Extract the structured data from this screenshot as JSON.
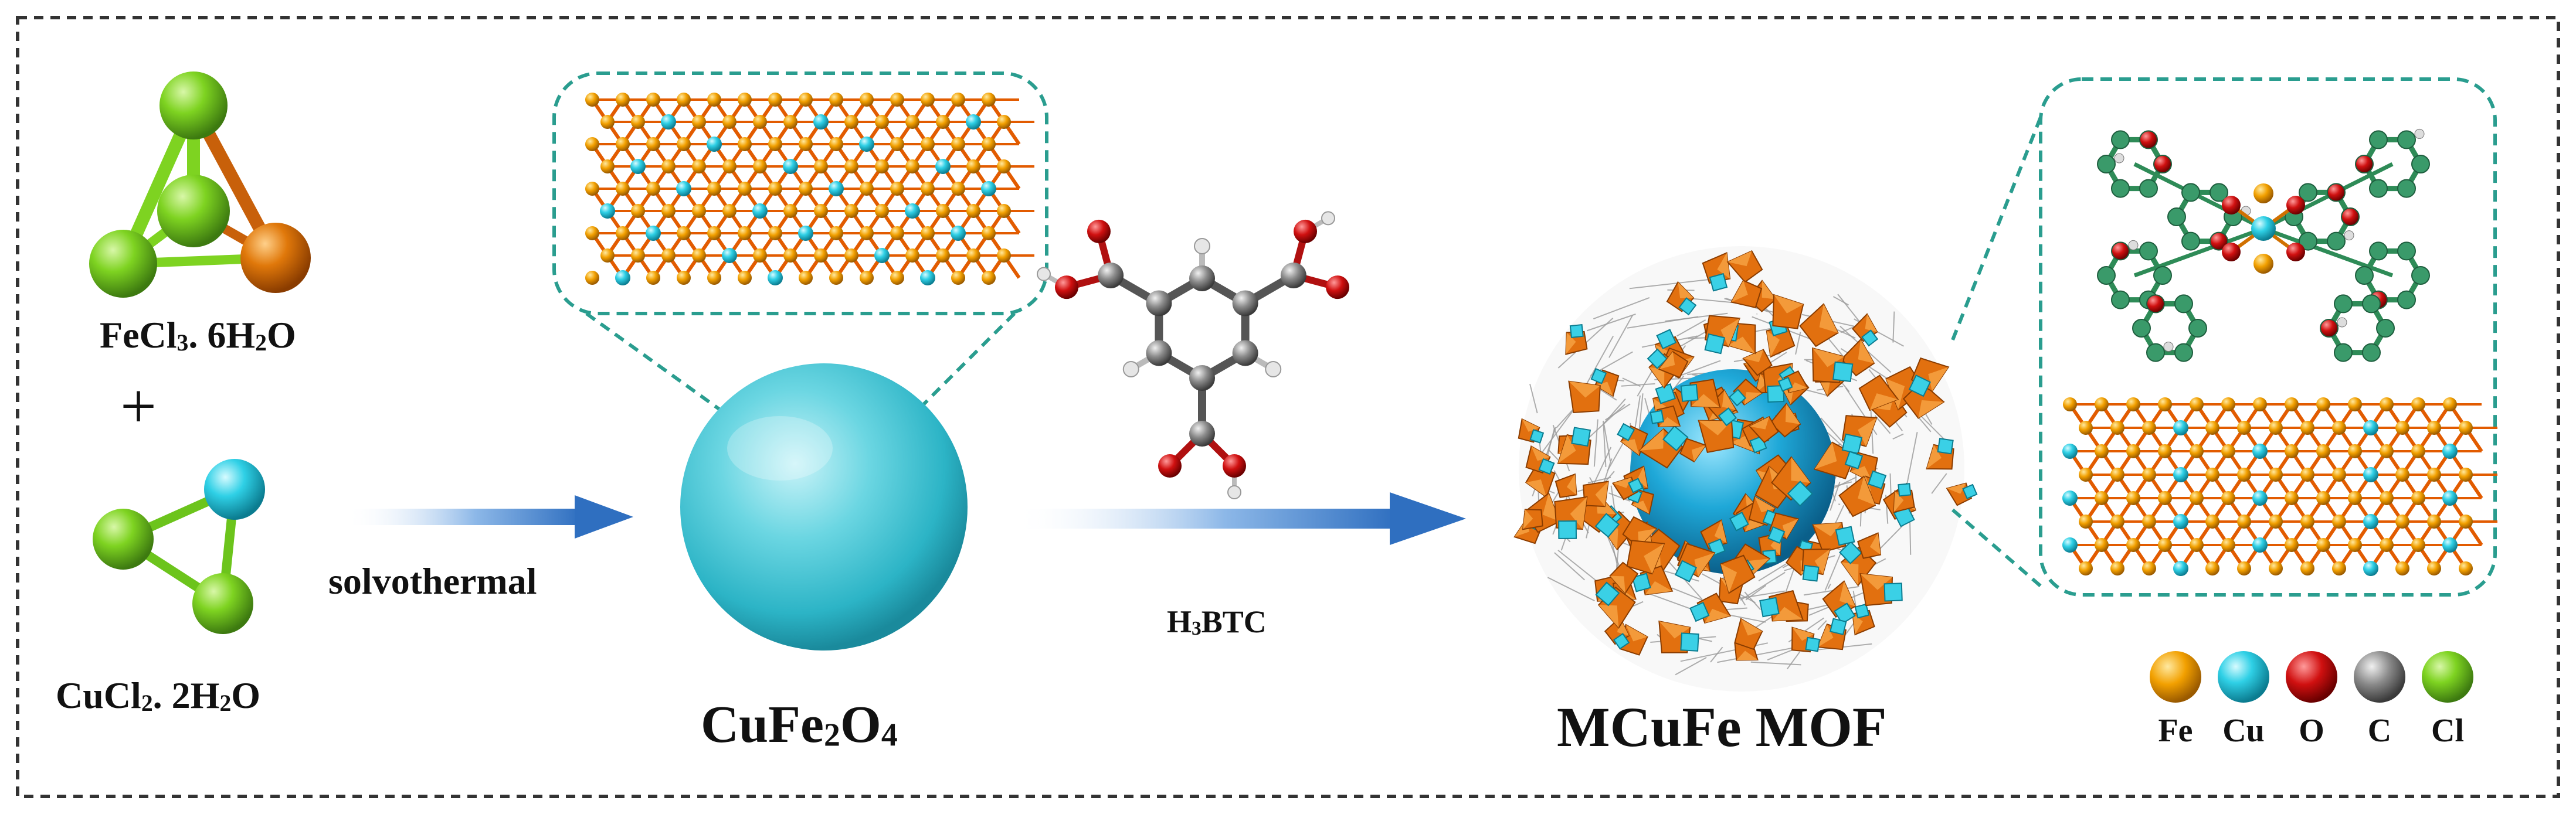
{
  "reagents": {
    "fecl3": {
      "main": "FeCl",
      "sub1": "3",
      "mid": ". 6H",
      "sub2": "2",
      "end": "O"
    },
    "plus": "+",
    "cucl2": {
      "main": "CuCl",
      "sub1": "2",
      "mid": ". 2H",
      "sub2": "2",
      "end": "O"
    }
  },
  "arrows": {
    "step1_label": "solvothermal",
    "step2_label": {
      "pre": "H",
      "sub": "3",
      "post": "BTC"
    }
  },
  "products": {
    "ferrite": {
      "pre": "CuFe",
      "sub1": "2",
      "mid": "O",
      "sub2": "4"
    },
    "mof": "MCuFe MOF"
  },
  "legend": {
    "items": [
      {
        "symbol": "Fe",
        "color": "#f2a000"
      },
      {
        "symbol": "Cu",
        "color": "#22c8e0"
      },
      {
        "symbol": "O",
        "color": "#d01010"
      },
      {
        "symbol": "C",
        "color": "#7f7f7f"
      },
      {
        "symbol": "Cl",
        "color": "#6cc41c"
      }
    ]
  },
  "colors": {
    "fe": "#f2a000",
    "fe_bond": "#e25b00",
    "cu": "#22c8e0",
    "cl": "#6cc41c",
    "o": "#d01010",
    "c": "#7f7f7f",
    "c_green": "#2e8b57",
    "inset_border": "#2a9d8f",
    "arrow": "#3a7fc8"
  }
}
